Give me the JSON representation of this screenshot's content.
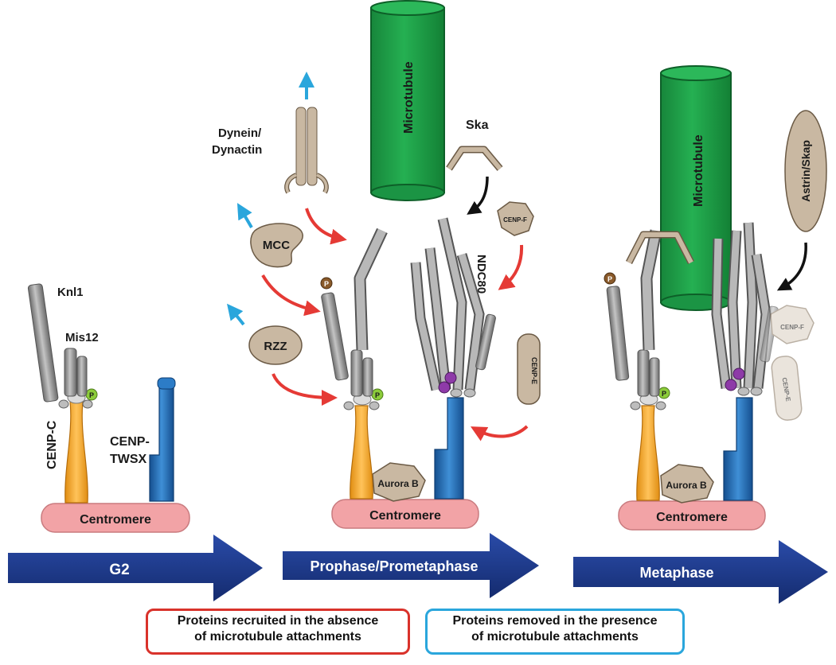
{
  "labels": {
    "microtubule": "Microtubule",
    "dynein": [
      "Dynein/",
      "Dynactin"
    ],
    "ska": "Ska",
    "mcc": "MCC",
    "rzz": "RZZ",
    "cenp_f": "CENP-F",
    "cenp_e": "CENP-E",
    "ndc80": "NDC80",
    "knl1": "Knl1",
    "mis12": "Mis12",
    "cenp_c": "CENP-C",
    "cenp_twsx": [
      "CENP-",
      "TWSX"
    ],
    "aurora_b": "Aurora B",
    "centromere": "Centromere",
    "astrin_skap": "Astrin/Skap",
    "phospho": "P"
  },
  "phases": [
    "G2",
    "Prophase/Prometaphase",
    "Metaphase"
  ],
  "legend": {
    "recruited": [
      "Proteins recruited in the absence",
      "of microtubule attachments"
    ],
    "removed": [
      "Proteins removed in the presence",
      "of microtubule attachments"
    ]
  },
  "colors": {
    "microtubule": "#1f9a47",
    "protein_tan": "#c9b8a2",
    "cenp_c_orange": "#f4a732",
    "cenp_twsx_blue": "#2170b8",
    "centromere_pink": "#f2a3a6",
    "phase_arrow": "#1c3a8f",
    "red_arrow": "#e53a35",
    "blue_arrow": "#2aa6dc",
    "knl1_gray": "#8c8c8c"
  }
}
